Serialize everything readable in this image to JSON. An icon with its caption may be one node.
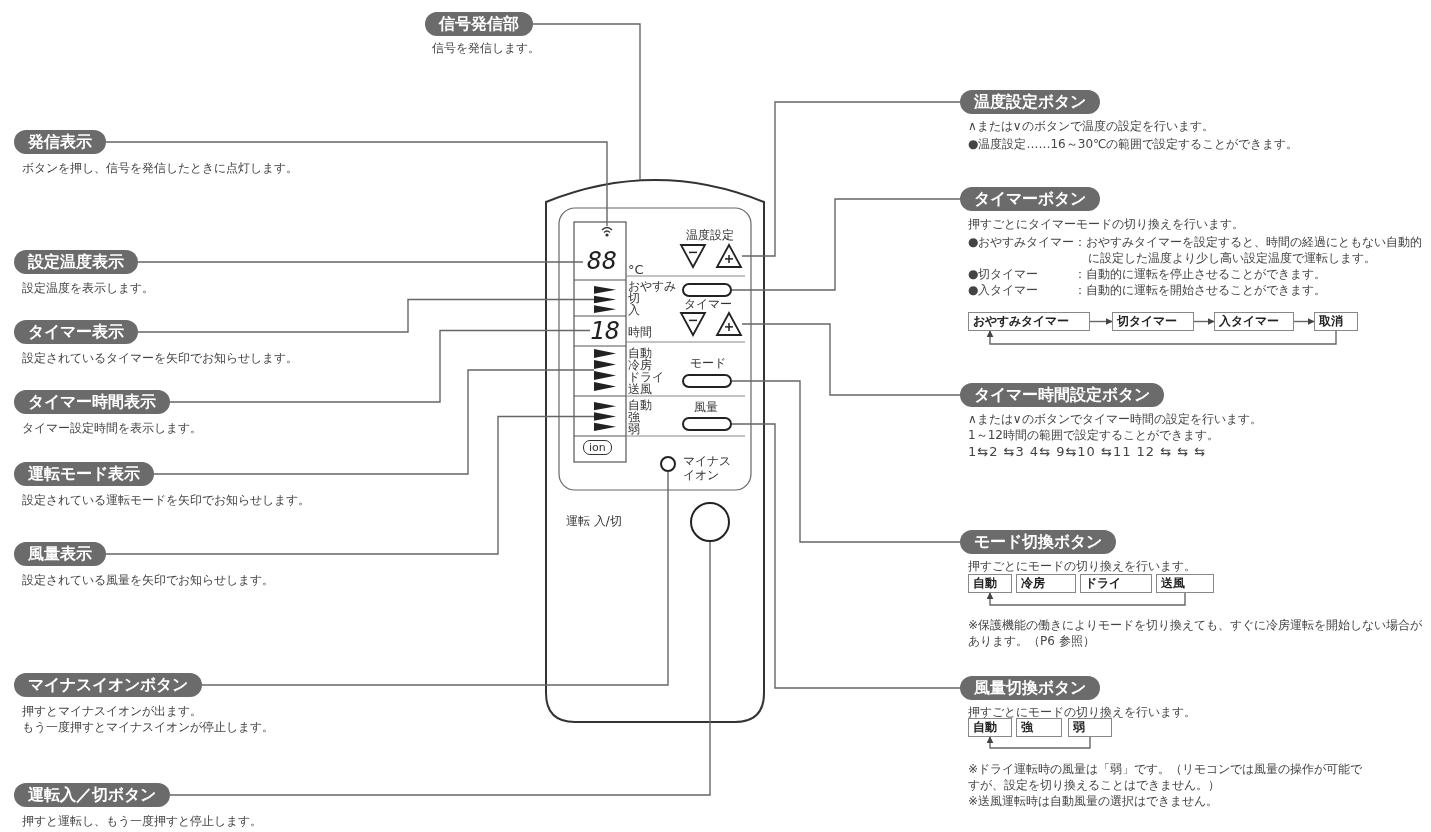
{
  "diagram": {
    "nodes": [
      {
        "text": [
          "信号発信部"
        ],
        "beside": [
          "信号を発信します。"
        ]
      },
      {
        "text": [
          "発信表示"
        ],
        "beside": [
          "ボタンを押し、信号を発信したときに点灯します。"
        ]
      },
      {
        "text": [
          "設定温度表示"
        ],
        "beside": [
          "設定温度を表示します。"
        ]
      },
      {
        "text": [
          "タイマー表示"
        ],
        "beside": [
          "設定されているタイマーを矢印でお知らせします。"
        ]
      },
      {
        "text": [
          "タイマー時間表示"
        ],
        "beside": [
          "タイマー設定時間を表示します。"
        ]
      },
      {
        "text": [
          "運転モード表示"
        ],
        "beside": [
          "設定されている運転モードを矢印でお知らせします。"
        ]
      },
      {
        "text": [
          "風量表示"
        ],
        "beside": [
          "設定されている風量を矢印でお知らせします。"
        ]
      },
      {
        "text": [
          "マイナスイオンボタン"
        ],
        "beside": [
          "押すとマイナスイオンが出ます。",
          "もう一度押すとマイナスイオンが停止します。"
        ]
      },
      {
        "text": [
          "運転入／切ボタン"
        ],
        "beside": [
          "押すと運転し、もう一度押すと停止します。"
        ]
      },
      {
        "text": [],
        "shape": "picture"
      },
      {
        "text": [],
        "shape": "icon",
        "in": 9
      },
      {
        "text": [
          "88"
        ],
        "in": 9
      },
      {
        "text": [],
        "shape": "triangle",
        "in": 9
      },
      {
        "text": [],
        "shape": "triangle",
        "in": 9
      },
      {
        "text": [],
        "shape": "triangle",
        "in": 9
      },
      {
        "text": [],
        "shape": "oval",
        "in": 9
      },
      {
        "text": [
          "18"
        ],
        "in": 9
      },
      {
        "text": [],
        "shape": "triangle",
        "in": 9
      },
      {
        "text": [],
        "shape": "triangle",
        "in": 9
      },
      {
        "text": [],
        "shape": "triangle",
        "in": 9
      },
      {
        "text": [],
        "shape": "oval",
        "in": 9
      },
      {
        "text": [],
        "shape": "triangle",
        "in": 9
      },
      {
        "text": [],
        "shape": "oval",
        "in": 9
      },
      {
        "text": [],
        "shape": "circle",
        "in": 9
      },
      {
        "text": [],
        "shape": "circle",
        "in": 9
      },
      {
        "text": [
          "温度設定ボタン"
        ],
        "beside": [
          "∧または∨のボタンで温度の設定を行います。",
          "●温度設定……16～30℃の範囲で設定することができます。"
        ]
      },
      {
        "text": [
          "タイマーボタン"
        ],
        "beside": [
          "押すごとにタイマーモードの切り換えを行います。",
          "●おやすみタイマー：おやすみタイマーを設定すると、時間の経過にともない自動的に設定した温度より少し高い設定温度で運転します。",
          "●切タイマー　　　：自動的に運転を停止させることができます。",
          "●入タイマー　　　：自動的に運転を開始させることができます。"
        ]
      },
      {
        "text": [
          "おやすみタイマー"
        ]
      },
      {
        "text": [
          "切タイマー"
        ]
      },
      {
        "text": [
          "入タイマー"
        ]
      },
      {
        "text": [
          "取消"
        ]
      },
      {
        "text": [
          "タイマー時間設定ボタン"
        ],
        "beside": [
          "∧または∨のボタンでタイマー時間の設定を行います。",
          "1～12時間の範囲で設定することができます。",
          "1⇆2 ⇆3 4⇆ 9⇆10 ⇆11 12 ⇆ ⇆ ⇆"
        ]
      },
      {
        "text": [
          "モード切換ボタン"
        ],
        "beside": [
          "押すごとにモードの切り換えを行います。"
        ]
      },
      {
        "text": [
          "自動"
        ]
      },
      {
        "text": [
          "冷房"
        ]
      },
      {
        "text": [
          "ドライ"
        ]
      },
      {
        "text": [
          "送風"
        ]
      },
      {
        "text": [
          "風量切換ボタン"
        ],
        "beside": [
          "押すごとにモードの切り換えを行います。",
          "※ドライ運転時の風量は「弱」です。（リモコンでは風量の操作が可能ですが、設定を切り換えることはできません。）",
          "※送風運転時は自動風量の選択はできません。"
        ]
      },
      {
        "text": [
          "自動"
        ]
      },
      {
        "text": [
          "強"
        ]
      },
      {
        "text": [
          "弱"
        ]
      }
    ],
    "edges": [
      {
        "from": 0,
        "to": 9,
        "arrow": "none"
      },
      {
        "from": 1,
        "to": 10,
        "arrow": "none"
      },
      {
        "from": 2,
        "to": 11,
        "arrow": "none"
      },
      {
        "from": 3,
        "to": 14,
        "arrow": "none"
      },
      {
        "from": 4,
        "to": 16,
        "arrow": "none"
      },
      {
        "from": 5,
        "to": 19,
        "arrow": "none"
      },
      {
        "from": 6,
        "to": 21,
        "arrow": "none"
      },
      {
        "from": 7,
        "to": 23,
        "arrow": "none"
      },
      {
        "from": 8,
        "to": 24,
        "arrow": "none"
      },
      {
        "from": 25,
        "to": 13,
        "arrow": "none"
      },
      {
        "from": 26,
        "to": 15,
        "arrow": "none"
      },
      {
        "from": 27,
        "to": 28,
        "arrow": "to"
      },
      {
        "from": 28,
        "to": 29,
        "arrow": "to"
      },
      {
        "from": 29,
        "to": 30,
        "arrow": "to"
      },
      {
        "from": 30,
        "to": 27,
        "arrow": "to"
      },
      {
        "from": 31,
        "to": 18,
        "arrow": "none"
      },
      {
        "from": 32,
        "to": 20,
        "arrow": "none"
      },
      {
        "from": 36,
        "to": 33,
        "arrow": "to"
      },
      {
        "from": 37,
        "to": 22,
        "arrow": "none"
      },
      {
        "from": 40,
        "to": 38,
        "arrow": "to"
      }
    ],
    "labels": [
      "温度設定",
      "°C",
      "おやすみ",
      "切",
      "入",
      "タイマー",
      "時間",
      "自動",
      "冷房",
      "ドライ",
      "送風",
      "モード",
      "自動",
      "強",
      "弱",
      "風量",
      "ion",
      "マイナスイオン",
      "運転 入/切",
      "※保護機能の働きによりモードを切り換えても、すぐに冷房運転を開始しない場合があります。（P6 参照）"
    ]
  }
}
